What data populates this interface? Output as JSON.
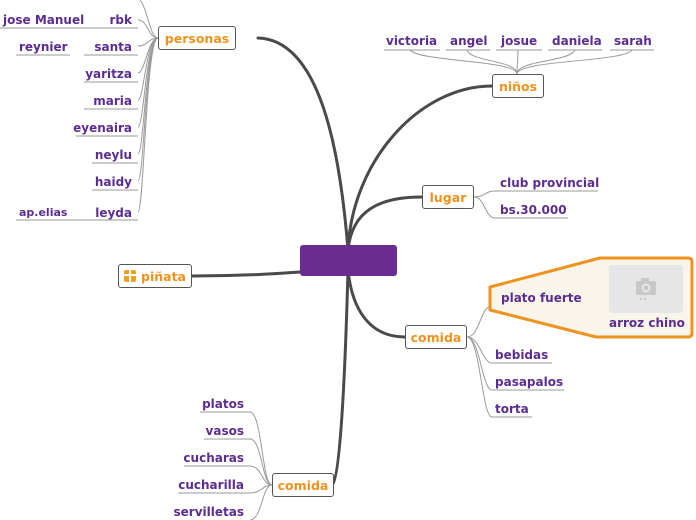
{
  "root": {
    "label": ""
  },
  "personas": {
    "label": "personas",
    "items": [
      "rbk",
      "santa",
      "yaritza",
      "maria",
      "eyenaira",
      "neylu",
      "haidy",
      "leyda"
    ],
    "sub": {
      "rbk": "jose Manuel",
      "santa": "reynier",
      "leyda": "ap.elias"
    }
  },
  "ninos": {
    "label": "niños",
    "items": [
      "victoria",
      "angel",
      "josue",
      "daniela",
      "sarah"
    ]
  },
  "lugar": {
    "label": "lugar",
    "items": [
      "club provincial",
      "bs.30.000"
    ]
  },
  "pinata": {
    "label": "piñata"
  },
  "comida_right": {
    "label": "comida",
    "items": [
      "plato fuerte",
      "bebidas",
      "pasapalos",
      "torta"
    ],
    "plato_fuerte_detail": "arroz chino"
  },
  "comida_left": {
    "label": "comida",
    "items": [
      "platos",
      "vasos",
      "cucharas",
      "cucharilla",
      "servilletas"
    ]
  }
}
